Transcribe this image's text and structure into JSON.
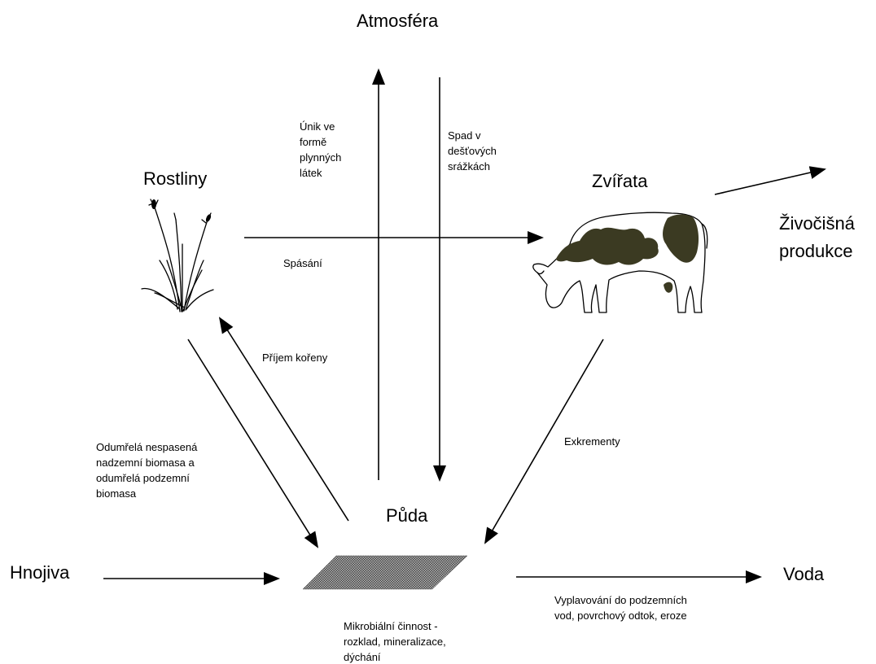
{
  "nodes": {
    "atmosphere": "Atmosféra",
    "plants": "Rostliny",
    "animals": "Zvířata",
    "animal_production": [
      "Živočišná",
      "produkce"
    ],
    "soil": "Půda",
    "fertilizers": "Hnojiva",
    "water": "Voda"
  },
  "flows": {
    "gas_escape": [
      "Únik ve",
      "formě",
      "plynných",
      "látek"
    ],
    "rain_deposition": [
      "Spad v",
      "dešťových",
      "srážkách"
    ],
    "grazing": "Spásání",
    "root_uptake": "Příjem kořeny",
    "dead_biomass": [
      "Odumřelá nespasená",
      "nadzemní biomasa a",
      "odumřelá podzemní",
      "biomasa"
    ],
    "excrements": "Exkrementy",
    "microbial_activity": [
      "Mikrobiální činnost -",
      "rozklad, mineralizace,",
      "dýchání"
    ],
    "leaching": [
      "Vyplavování do podzemních",
      "vod, povrchový odtok, eroze"
    ]
  },
  "colors": {
    "ink": "#000000",
    "cow_patch": "#3b3a22",
    "soil_fill": "#8a8a8a"
  }
}
